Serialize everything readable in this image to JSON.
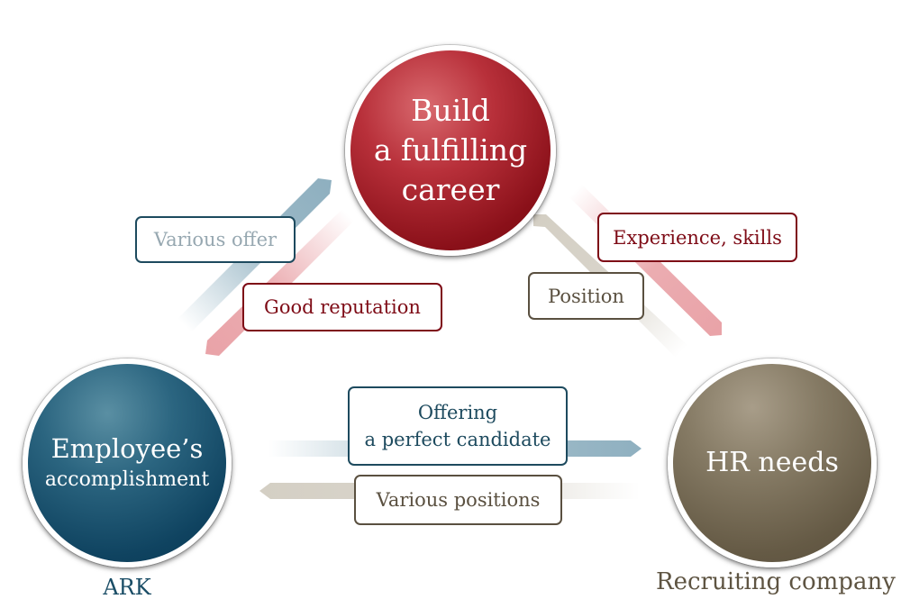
{
  "nodes": {
    "career": {
      "lines": [
        "Build",
        "a fulfilling",
        "career"
      ]
    },
    "employee": {
      "line1": "Employee’s",
      "line2": "accomplishment",
      "caption": "ARK"
    },
    "hr": {
      "text": "HR needs",
      "caption": "Recruiting company"
    }
  },
  "edges": {
    "various_offer": "Various offer",
    "good_reputation": "Good reputation",
    "experience_skills": "Experience, skills",
    "position": "Position",
    "offering": [
      "Offering",
      "a perfect candidate"
    ],
    "various_positions": "Various positions"
  },
  "colors": {
    "career_red": "#8a1019",
    "employee_blue": "#0f4360",
    "hr_brown": "#655a45",
    "arrow_blue": "#8fb0c0",
    "arrow_pink": "#e9a3a8",
    "arrow_taupe": "#d4cfc4"
  }
}
